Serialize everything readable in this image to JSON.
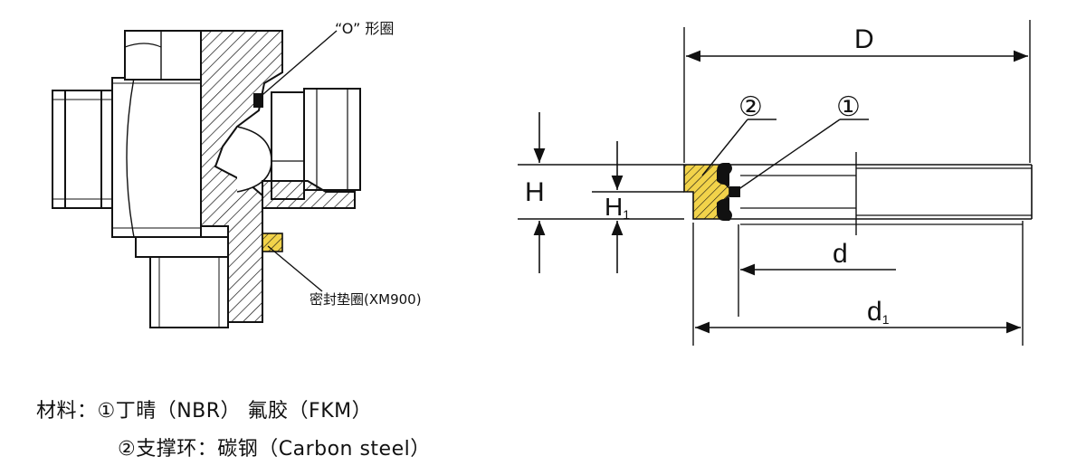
{
  "left_figure": {
    "oring_label": "“O” 形圈",
    "seal_label": "密封垫圈(XM900)"
  },
  "right_figure": {
    "dim_D": "D",
    "dim_H": "H",
    "dim_H1_main": "H",
    "dim_H1_sub": "1",
    "dim_d": "d",
    "dim_d1_main": "d",
    "dim_d1_sub": "1",
    "callout_1": "①",
    "callout_2": "②"
  },
  "materials": {
    "line1": "材料：①丁晴（NBR） 氟胶（FKM）",
    "line2": "②支撑环：碳钢（Carbon steel）"
  },
  "colors": {
    "line": "#111111",
    "support_ring": "#f2d34a",
    "oring": "#111111"
  }
}
